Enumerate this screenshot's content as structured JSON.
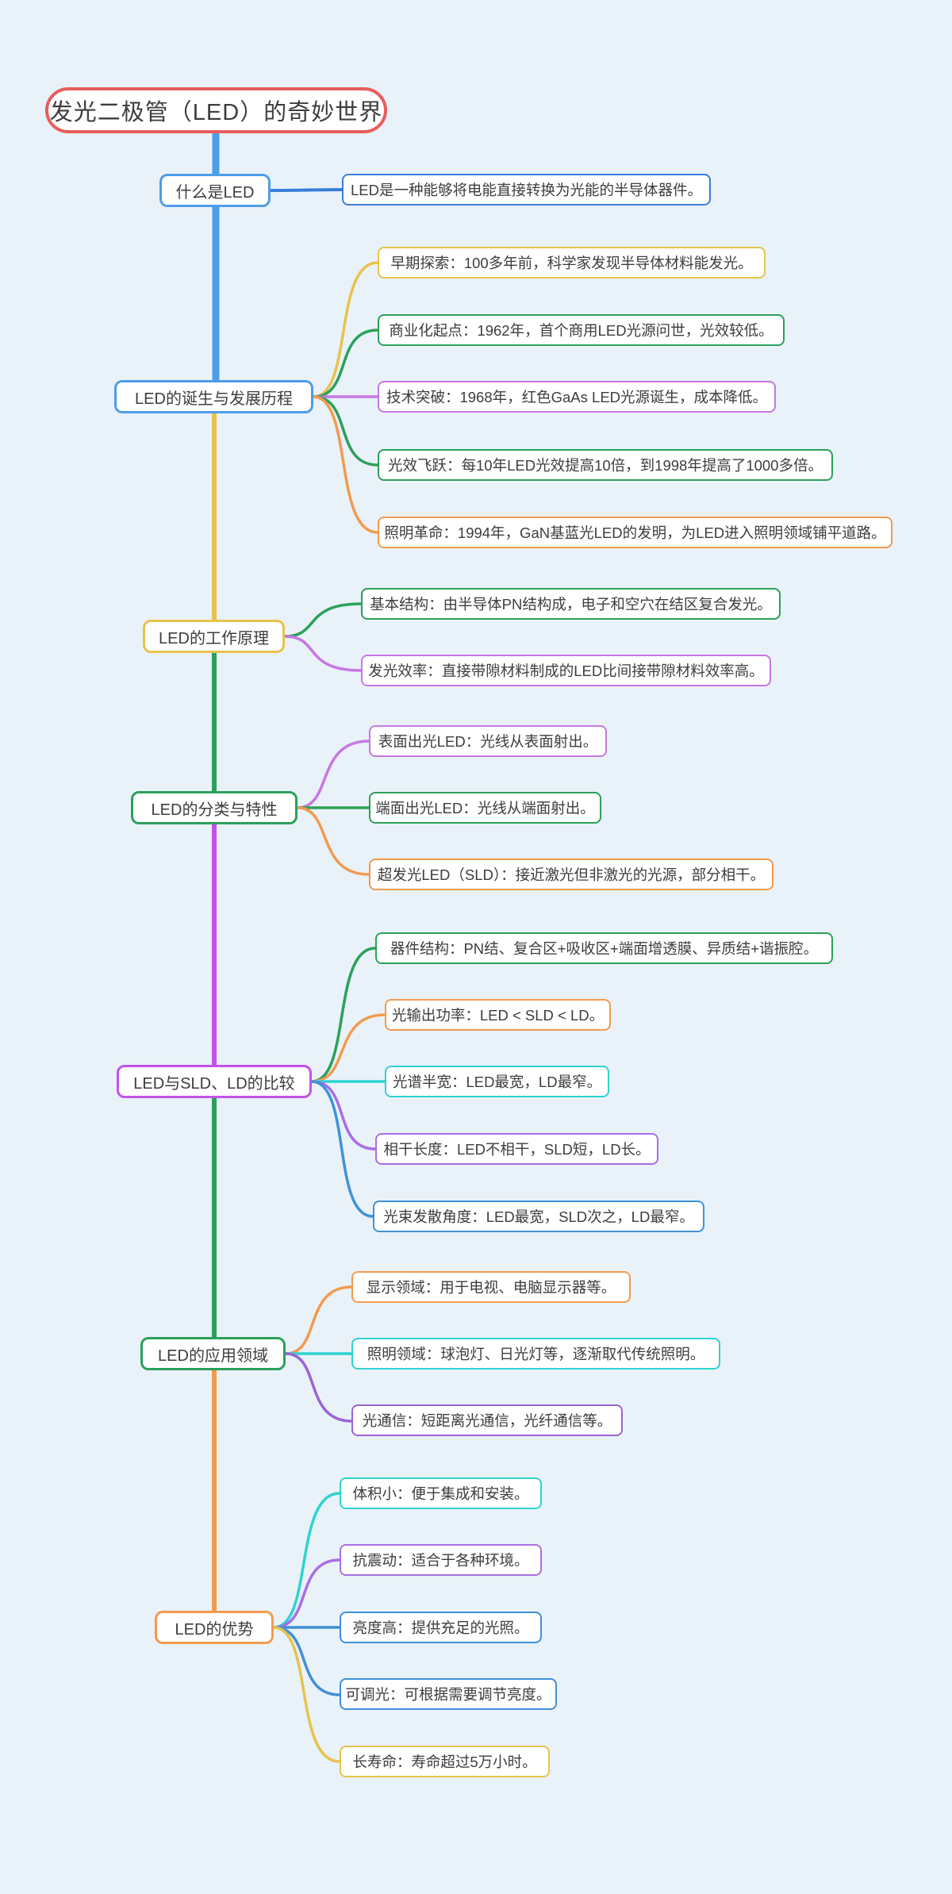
{
  "palette": {
    "c-bg": "#e9f2f9",
    "c-text": "#3d3d3d",
    "c-red": "#e85d5c",
    "c-blue1": "#4e9de8",
    "c-blue2": "#3b7ed9",
    "c-blue3": "#3f93d6",
    "c-blue4": "#418fd9",
    "c-yellow": "#e7c34c",
    "c-green": "#2ca05a",
    "c-purple-light": "#c678e2",
    "c-purple-med": "#a96ee5",
    "c-purple-deep": "#9a63d6",
    "c-purple-bright": "#c353e8",
    "c-orange": "#f29b4e",
    "c-cyan": "#2fd3d0"
  },
  "root": {
    "label": "发光二极管（LED）的奇妙世界",
    "color": "#e85d5c"
  },
  "branches": [
    {
      "label": "什么是LED",
      "color": "#4e9de8",
      "children": [
        {
          "text": "LED是一种能够将电能直接转换为光能的半导体器件。",
          "color": "#3b7ed9"
        }
      ]
    },
    {
      "label": "LED的诞生与发展历程",
      "color": "#4e9de8",
      "children": [
        {
          "text": "早期探索：100多年前，科学家发现半导体材料能发光。",
          "color": "#e7c34c"
        },
        {
          "text": "商业化起点：1962年，首个商用LED光源问世，光效较低。",
          "color": "#2ca05a"
        },
        {
          "text": "技术突破：1968年，红色GaAs LED光源诞生，成本降低。",
          "color": "#c678e2"
        },
        {
          "text": "光效飞跃：每10年LED光效提高10倍，到1998年提高了1000多倍。",
          "color": "#2ca05a"
        },
        {
          "text": "照明革命：1994年，GaN基蓝光LED的发明，为LED进入照明领域铺平道路。",
          "color": "#f29b4e"
        }
      ]
    },
    {
      "label": "LED的工作原理",
      "color": "#e7c34c",
      "children": [
        {
          "text": "基本结构：由半导体PN结构成，电子和空穴在结区复合发光。",
          "color": "#2ca05a"
        },
        {
          "text": "发光效率：直接带隙材料制成的LED比间接带隙材料效率高。",
          "color": "#c678e2"
        }
      ]
    },
    {
      "label": "LED的分类与特性",
      "color": "#2ca05a",
      "children": [
        {
          "text": "表面出光LED：光线从表面射出。",
          "color": "#c678e2"
        },
        {
          "text": "端面出光LED：光线从端面射出。",
          "color": "#2ca05a"
        },
        {
          "text": "超发光LED（SLD）：接近激光但非激光的光源，部分相干。",
          "color": "#f29b4e"
        }
      ]
    },
    {
      "label": "LED与SLD、LD的比较",
      "color": "#c353e8",
      "children": [
        {
          "text": "器件结构：PN结、复合区+吸收区+端面增透膜、异质结+谐振腔。",
          "color": "#2ca05a"
        },
        {
          "text": "光输出功率：LED < SLD < LD。",
          "color": "#f29b4e"
        },
        {
          "text": "光谱半宽：LED最宽，LD最窄。",
          "color": "#2fd3d0"
        },
        {
          "text": "相干长度：LED不相干，SLD短，LD长。",
          "color": "#a96ee5"
        },
        {
          "text": "光束发散角度：LED最宽，SLD次之，LD最窄。",
          "color": "#3f93d6"
        }
      ]
    },
    {
      "label": "LED的应用领域",
      "color": "#2ca05a",
      "children": [
        {
          "text": "显示领域：用于电视、电脑显示器等。",
          "color": "#f29b4e"
        },
        {
          "text": "照明领域：球泡灯、日光灯等，逐渐取代传统照明。",
          "color": "#2fd3d0"
        },
        {
          "text": "光通信：短距离光通信，光纤通信等。",
          "color": "#9a63d6"
        }
      ]
    },
    {
      "label": "LED的优势",
      "color": "#f29b4e",
      "children": [
        {
          "text": "体积小：便于集成和安装。",
          "color": "#2fd3d0"
        },
        {
          "text": "抗震动：适合于各种环境。",
          "color": "#a96ee5"
        },
        {
          "text": "亮度高：提供充足的光照。",
          "color": "#418fd9"
        },
        {
          "text": "可调光：可根据需要调节亮度。",
          "color": "#418fd9"
        },
        {
          "text": "长寿命：寿命超过5万小时。",
          "color": "#e7c34c"
        }
      ]
    }
  ]
}
